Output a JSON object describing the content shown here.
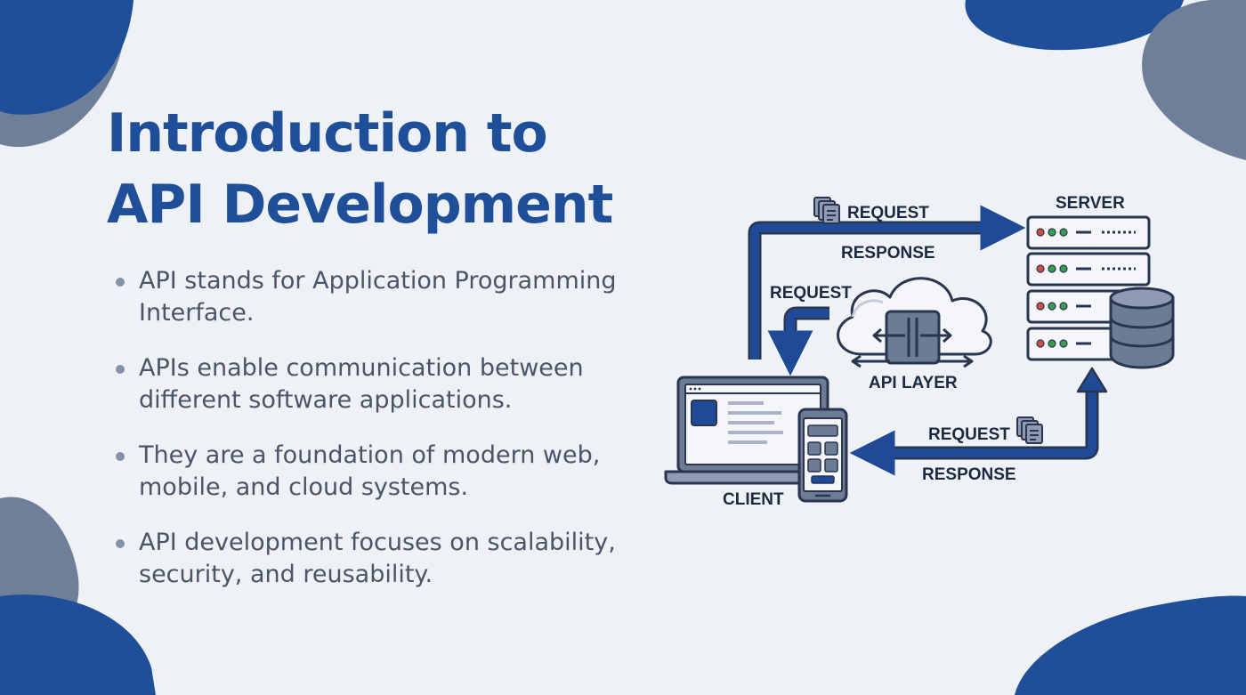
{
  "slide": {
    "title_line1": "Introduction to",
    "title_line2": "API Development",
    "bullets": [
      "API stands for Application Programming Interface.",
      "APIs enable communication between different software applications.",
      "They are a foundation of modern web, mobile, and cloud systems.",
      "API development focuses on scalability, security, and reusability."
    ]
  },
  "diagram": {
    "server_label": "SERVER",
    "client_label": "CLIENT",
    "api_layer_label": "API LAYER",
    "top_request_label": "REQUEST",
    "top_response_label": "RESPONSE",
    "mid_request_label": "REQUEST",
    "bottom_request_label": "REQUEST",
    "bottom_response_label": "RESPONSE"
  },
  "colors": {
    "primary_blue": "#1f4f99",
    "arrow_blue": "#1e4a97",
    "slate_accent": "#6f7f99",
    "background": "#eef1f6"
  },
  "icons": [
    "server-rack-icon",
    "database-icon",
    "cloud-icon",
    "laptop-icon",
    "smartphone-icon",
    "document-stack-icon"
  ]
}
